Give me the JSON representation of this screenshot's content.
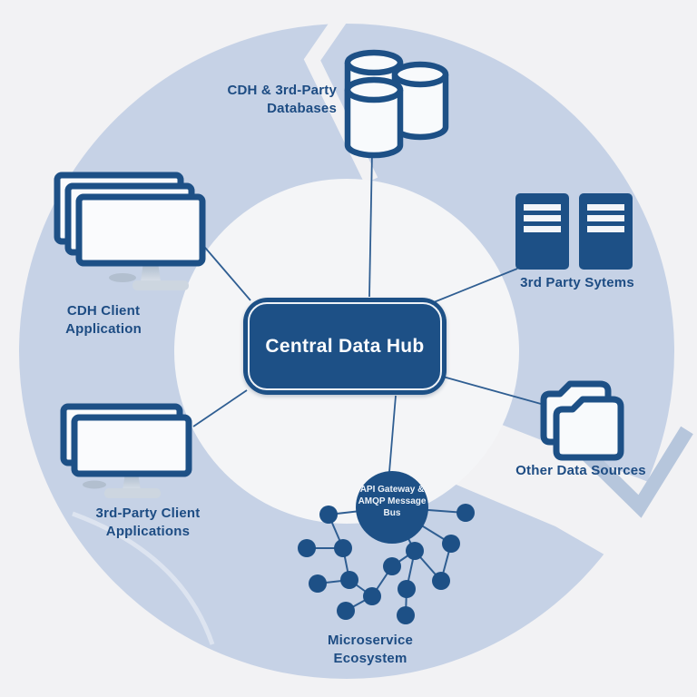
{
  "hub": {
    "label": "Central Data Hub"
  },
  "bus": {
    "line1": "API Gateway &",
    "line2": "AMQP Message",
    "line3": "Bus"
  },
  "labels": {
    "databases": {
      "line1": "CDH & 3rd-Party",
      "line2": "Databases"
    },
    "systems": {
      "line1": "3rd Party Sytems"
    },
    "sources": {
      "line1": "Other Data Sources"
    },
    "microservices": {
      "line1": "Microservice",
      "line2": "Ecosystem"
    },
    "cdh_client": {
      "line1": "CDH Client",
      "line2": "Application"
    },
    "third_party_clients": {
      "line1": "3rd-Party Client",
      "line2": "Applications"
    }
  },
  "colors": {
    "ring": "#c6d2e6",
    "ring_chevron": "#b6c6dc",
    "accent_dark_blue": "#1d5086",
    "label_text": "#1d4c83",
    "hub_text": "#fbfcfe",
    "background": "#f2f2f4",
    "inner_circle": "#f4f5f7",
    "connector_line": "#2f5e92"
  }
}
